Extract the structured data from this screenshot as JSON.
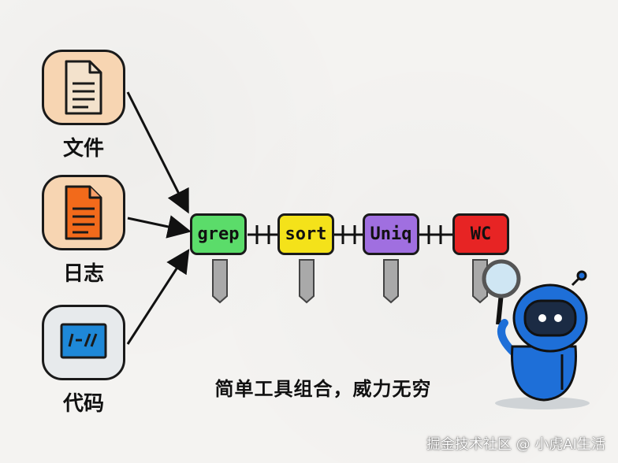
{
  "sources": [
    {
      "label": "文件",
      "icon": "document-icon",
      "fill": "#f7d5b2"
    },
    {
      "label": "日志",
      "icon": "log-document-icon",
      "fill": "#f7d5b2"
    },
    {
      "label": "代码",
      "icon": "code-window-icon",
      "fill": "#e7eaec"
    }
  ],
  "pipeline": [
    {
      "label": "grep",
      "color": "#5bdc6a"
    },
    {
      "label": "sort",
      "color": "#f4e21a"
    },
    {
      "label": "Uniq",
      "color": "#a06fe0"
    },
    {
      "label": "WC",
      "color": "#e72424"
    }
  ],
  "caption": "简单工具组合，威力无穷",
  "watermark": "掘金技术社区 @ 小虎AI生活",
  "mascot": "robot-with-magnifying-glass"
}
